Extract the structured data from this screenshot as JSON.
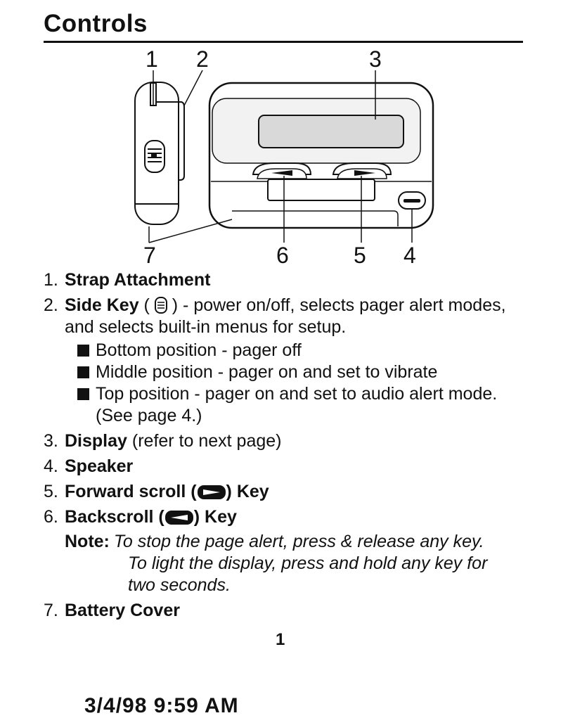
{
  "page": {
    "title": "Controls",
    "page_number": "1",
    "footer_stamp": "3/4/98 9:59 AM"
  },
  "diagram": {
    "callouts": [
      "1",
      "2",
      "3",
      "4",
      "5",
      "6",
      "7"
    ]
  },
  "items": [
    {
      "num": "1.",
      "label": "Strap Attachment"
    },
    {
      "num": "2.",
      "label": "Side Key",
      "text_open": " ( ",
      "text_close": " ) - power on/off, selects pager alert modes, and selects built-in menus for setup.",
      "icon": "side-key-icon",
      "subitems": [
        "Bottom position - pager off",
        "Middle position - pager on and set to vibrate",
        "Top position - pager on and set to audio alert mode. (See page 4.)"
      ]
    },
    {
      "num": "3.",
      "label": "Display",
      "text": " (refer to next page)"
    },
    {
      "num": "4.",
      "label": "Speaker"
    },
    {
      "num": "5.",
      "label": "Forward scroll",
      "open": " (",
      "close": ") Key",
      "icon": "forward-scroll-icon"
    },
    {
      "num": "6.",
      "label": "Backscroll",
      "open": " (",
      "close": ") Key",
      "icon": "backscroll-icon"
    },
    {
      "num": "7.",
      "label": "Battery Cover"
    }
  ],
  "note": {
    "label": "Note:",
    "line1": "To stop the page alert, press & release any key.",
    "line2": "To light the display, press and hold any key for",
    "line3": "two seconds."
  }
}
